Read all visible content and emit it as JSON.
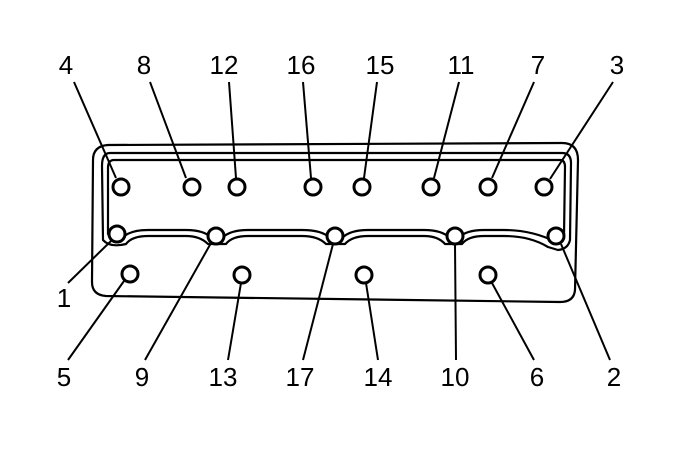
{
  "diagram": {
    "labels": [
      "4",
      "8",
      "12",
      "16",
      "15",
      "11",
      "7",
      "3",
      "1",
      "5",
      "9",
      "13",
      "17",
      "14",
      "10",
      "6",
      "2"
    ],
    "colors": {
      "ink": "#000000",
      "paper": "#ffffff"
    }
  }
}
